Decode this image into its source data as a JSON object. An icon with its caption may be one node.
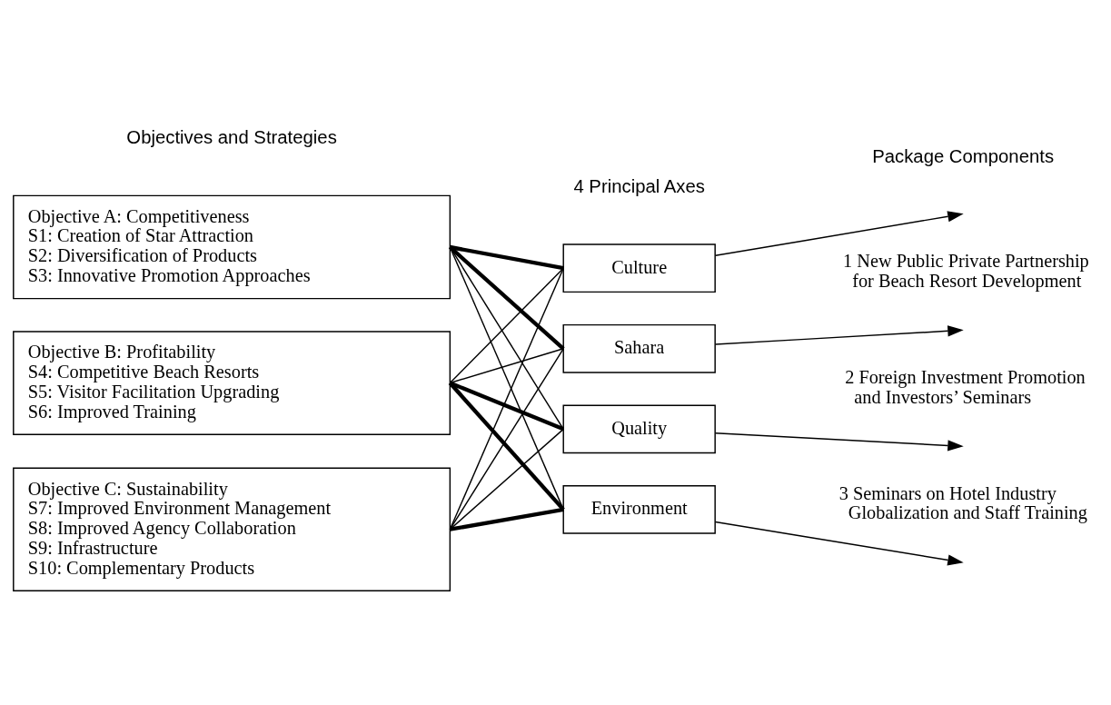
{
  "diagram": {
    "nodes": [
      {
        "text": [
          "Objective A: Competitiveness",
          "S1: Creation of Star Attraction",
          "S2: Diversification of Products",
          "S3: Innovative Promotion Approaches"
        ]
      },
      {
        "text": [
          "Objective B: Profitability",
          "S4: Competitive Beach Resorts",
          "S5: Visitor Facilitation Upgrading",
          "S6: Improved Training"
        ]
      },
      {
        "text": [
          "Objective C: Sustainability",
          "S7: Improved Environment Management",
          "S8: Improved Agency Collaboration",
          "S9: Infrastructure",
          "S10: Complementary Products"
        ]
      },
      {
        "text": [
          "Culture"
        ]
      },
      {
        "text": [
          "Sahara"
        ]
      },
      {
        "text": [
          "Quality"
        ]
      },
      {
        "text": [
          "Environment"
        ]
      }
    ],
    "edges": [
      {
        "from": 0,
        "to": 3,
        "arrow": "none",
        "style": "thick"
      },
      {
        "from": 0,
        "to": 4,
        "arrow": "none",
        "style": "thick"
      },
      {
        "from": 0,
        "to": 5,
        "arrow": "none"
      },
      {
        "from": 0,
        "to": 6,
        "arrow": "none"
      },
      {
        "from": 1,
        "to": 3,
        "arrow": "none"
      },
      {
        "from": 1,
        "to": 4,
        "arrow": "none"
      },
      {
        "from": 1,
        "to": 5,
        "arrow": "none",
        "style": "thick"
      },
      {
        "from": 1,
        "to": 6,
        "arrow": "none",
        "style": "thick"
      },
      {
        "from": 2,
        "to": 3,
        "arrow": "none"
      },
      {
        "from": 2,
        "to": 4,
        "arrow": "none"
      },
      {
        "from": 2,
        "to": 5,
        "arrow": "none"
      },
      {
        "from": 2,
        "to": 6,
        "arrow": "none",
        "style": "thick"
      },
      {
        "from": 3,
        "to": null,
        "arrow": "to"
      },
      {
        "from": 4,
        "to": null,
        "arrow": "to"
      },
      {
        "from": 5,
        "to": null,
        "arrow": "to"
      },
      {
        "from": 6,
        "to": null,
        "arrow": "to"
      }
    ],
    "labels": [
      "Objectives and Strategies",
      "4 Principal Axes",
      "Package Components",
      "1 New Public Private Partnership for Beach Resort Development",
      "2 Foreign Investment Promotion and Investors’ Seminars",
      "3 Seminars on Hotel Industry Globalization and Staff Training"
    ]
  }
}
